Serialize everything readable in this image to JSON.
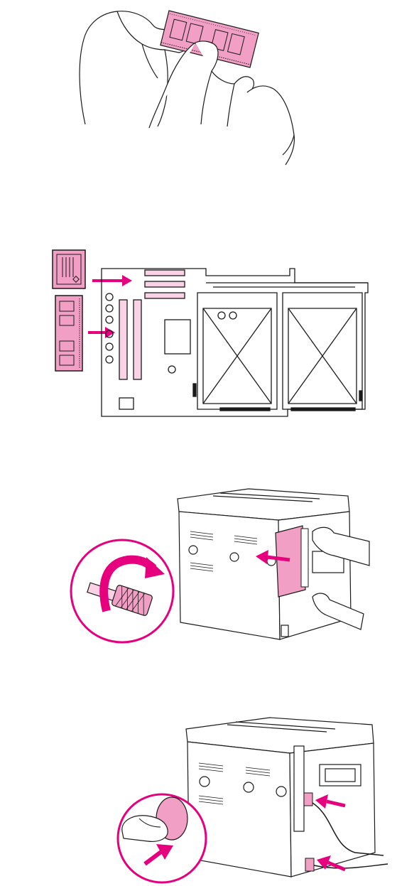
{
  "colors": {
    "accent": "#e6007e",
    "part_fill": "#f29fc5",
    "line": "#1a1a1a",
    "background": "#ffffff"
  },
  "figures": [
    {
      "name": "handling-memory-dimm-figure"
    },
    {
      "name": "formatter-board-slots-figure"
    },
    {
      "name": "reinstall-formatter-board-figure"
    },
    {
      "name": "reconnect-power-and-turn-on-figure"
    }
  ],
  "icons": {
    "hands": "hands-icon",
    "dimm": "dimm-module-icon",
    "flash_card": "flash-card-icon",
    "arrow": "pink-arrow-icon",
    "thumbscrew": "thumbscrew-icon",
    "rotate": "rotate-arrow-icon",
    "power_button": "power-button-icon",
    "printer": "printer-rear-icon"
  }
}
